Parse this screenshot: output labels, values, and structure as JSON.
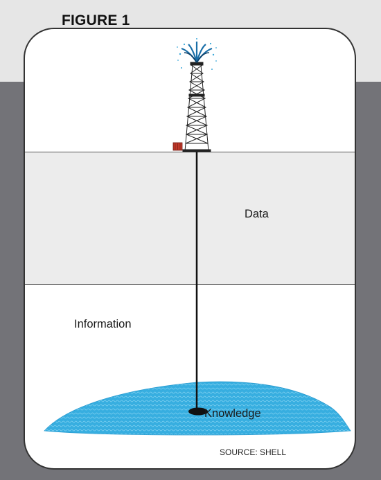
{
  "figure_title": "FIGURE 1",
  "labels": {
    "data": "Data",
    "information": "Information",
    "knowledge": "Knowledge",
    "source": "SOURCE: SHELL"
  },
  "colors": {
    "page_top_bg": "#e6e6e6",
    "page_bottom_bg": "#737378",
    "data_band": "#ececec",
    "reservoir": "#37aee0",
    "drill_pipe": "#111111",
    "pump_box": "#c0392b"
  },
  "icons": [
    "oil-derrick-icon",
    "oil-gusher-icon",
    "pump-unit-icon"
  ]
}
